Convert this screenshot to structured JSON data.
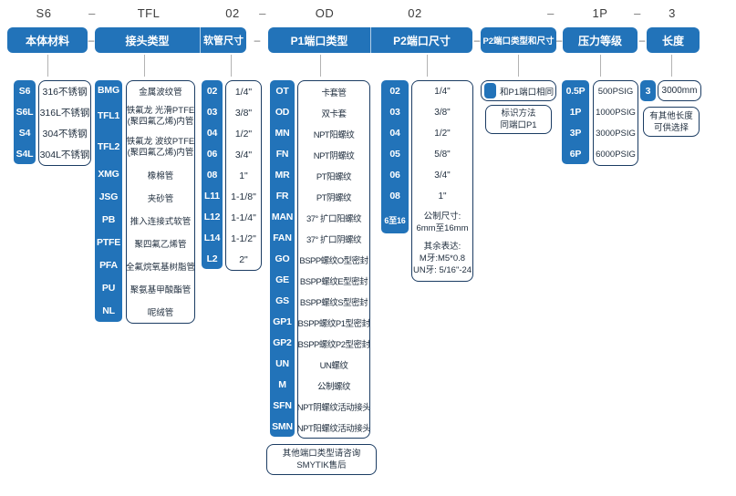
{
  "palette": {
    "accent": "#2273b9",
    "box_border": "#1b3c63",
    "text_dark": "#1f2d3d"
  },
  "top_codes": [
    "S6",
    "–",
    "TFL",
    "02",
    "–",
    "OD",
    "02",
    "–",
    "1P",
    "–",
    "3"
  ],
  "headers": {
    "body_material": "本体材料",
    "joint_type": "接头类型",
    "hose_size": "软管尺寸",
    "p1_port_type": "P1端口类型",
    "p2_port_size": "P2端口尺寸",
    "p2_port_type_size": "P2端口类型和尺寸",
    "pressure_rating": "压力等级",
    "length": "长度",
    "dash": "–"
  },
  "columns": {
    "body_material": {
      "rows": [
        [
          "S6",
          "316不锈钢"
        ],
        [
          "S6L",
          "316L不锈钢"
        ],
        [
          "S4",
          "304不锈钢"
        ],
        [
          "S4L",
          "304L不锈钢"
        ]
      ]
    },
    "joint_type": {
      "rows": [
        [
          "BMG",
          "金属波纹管"
        ],
        [
          "TFL1",
          "铁氟龙 光滑PTFE\n(聚四氟乙烯)内管"
        ],
        [
          "TFL2",
          "铁氟龙 波纹PTFE\n(聚四氟乙烯)内管"
        ],
        [
          "XMG",
          "橡棉管"
        ],
        [
          "JSG",
          "夹砂管"
        ],
        [
          "PB",
          "推入连接式软管"
        ],
        [
          "PTFE",
          "聚四氟乙烯管"
        ],
        [
          "PFA",
          "全氟烷氧基树脂管"
        ],
        [
          "PU",
          "聚氨基甲酸酯管"
        ],
        [
          "NL",
          "呢绒管"
        ]
      ]
    },
    "hose_size": {
      "rows": [
        [
          "02",
          "1/4\""
        ],
        [
          "03",
          "3/8\""
        ],
        [
          "04",
          "1/2\""
        ],
        [
          "06",
          "3/4\""
        ],
        [
          "08",
          "1\""
        ],
        [
          "L11",
          "1-1/8\""
        ],
        [
          "L12",
          "1-1/4\""
        ],
        [
          "L14",
          "1-1/2\""
        ],
        [
          "L2",
          "2\""
        ]
      ]
    },
    "p1_port_type": {
      "rows": [
        [
          "OT",
          "卡套管"
        ],
        [
          "OD",
          "双卡套"
        ],
        [
          "MN",
          "NPT阳螺纹"
        ],
        [
          "FN",
          "NPT阴螺纹"
        ],
        [
          "MR",
          "PT阳螺纹"
        ],
        [
          "FR",
          "PT阴螺纹"
        ],
        [
          "MAN",
          "37° 扩口阳螺纹"
        ],
        [
          "FAN",
          "37° 扩口阴螺纹"
        ],
        [
          "GO",
          "BSPP螺纹O型密封"
        ],
        [
          "GE",
          "BSPP螺纹E型密封"
        ],
        [
          "GS",
          "BSPP螺纹S型密封"
        ],
        [
          "GP1",
          "BSPP螺纹P1型密封"
        ],
        [
          "GP2",
          "BSPP螺纹P2型密封"
        ],
        [
          "UN",
          "UN螺纹"
        ],
        [
          "M",
          "公制螺纹"
        ],
        [
          "SFN",
          "NPT阴螺纹活动接头"
        ],
        [
          "SMN",
          "NPT阳螺纹活动接头"
        ]
      ],
      "note_lines": [
        "其他端口类型请咨询",
        "SMYTIK售后"
      ]
    },
    "p2_port_size": {
      "rows": [
        [
          "02",
          "1/4\""
        ],
        [
          "03",
          "3/8\""
        ],
        [
          "04",
          "1/2\""
        ],
        [
          "05",
          "5/8\""
        ],
        [
          "06",
          "3/4\""
        ],
        [
          "08",
          "1\""
        ]
      ],
      "metric_code": "6至16",
      "metric_lines": [
        "公制尺寸:",
        "6mm至16mm",
        "其余表达:",
        "M牙:M5*0.8",
        "UN牙: 5/16\"-24"
      ]
    },
    "p2_port_type_size": {
      "same_label": "和P1端口相同",
      "note_lines": [
        "标识方法",
        "同端口P1"
      ]
    },
    "pressure_rating": {
      "rows": [
        [
          "0.5P",
          "500PSIG"
        ],
        [
          "1P",
          "1000PSIG"
        ],
        [
          "3P",
          "3000PSIG"
        ],
        [
          "6P",
          "6000PSIG"
        ]
      ]
    },
    "length": {
      "code": "3",
      "value": "3000mm",
      "note_lines": [
        "有其他长度",
        "可供选择"
      ]
    }
  }
}
